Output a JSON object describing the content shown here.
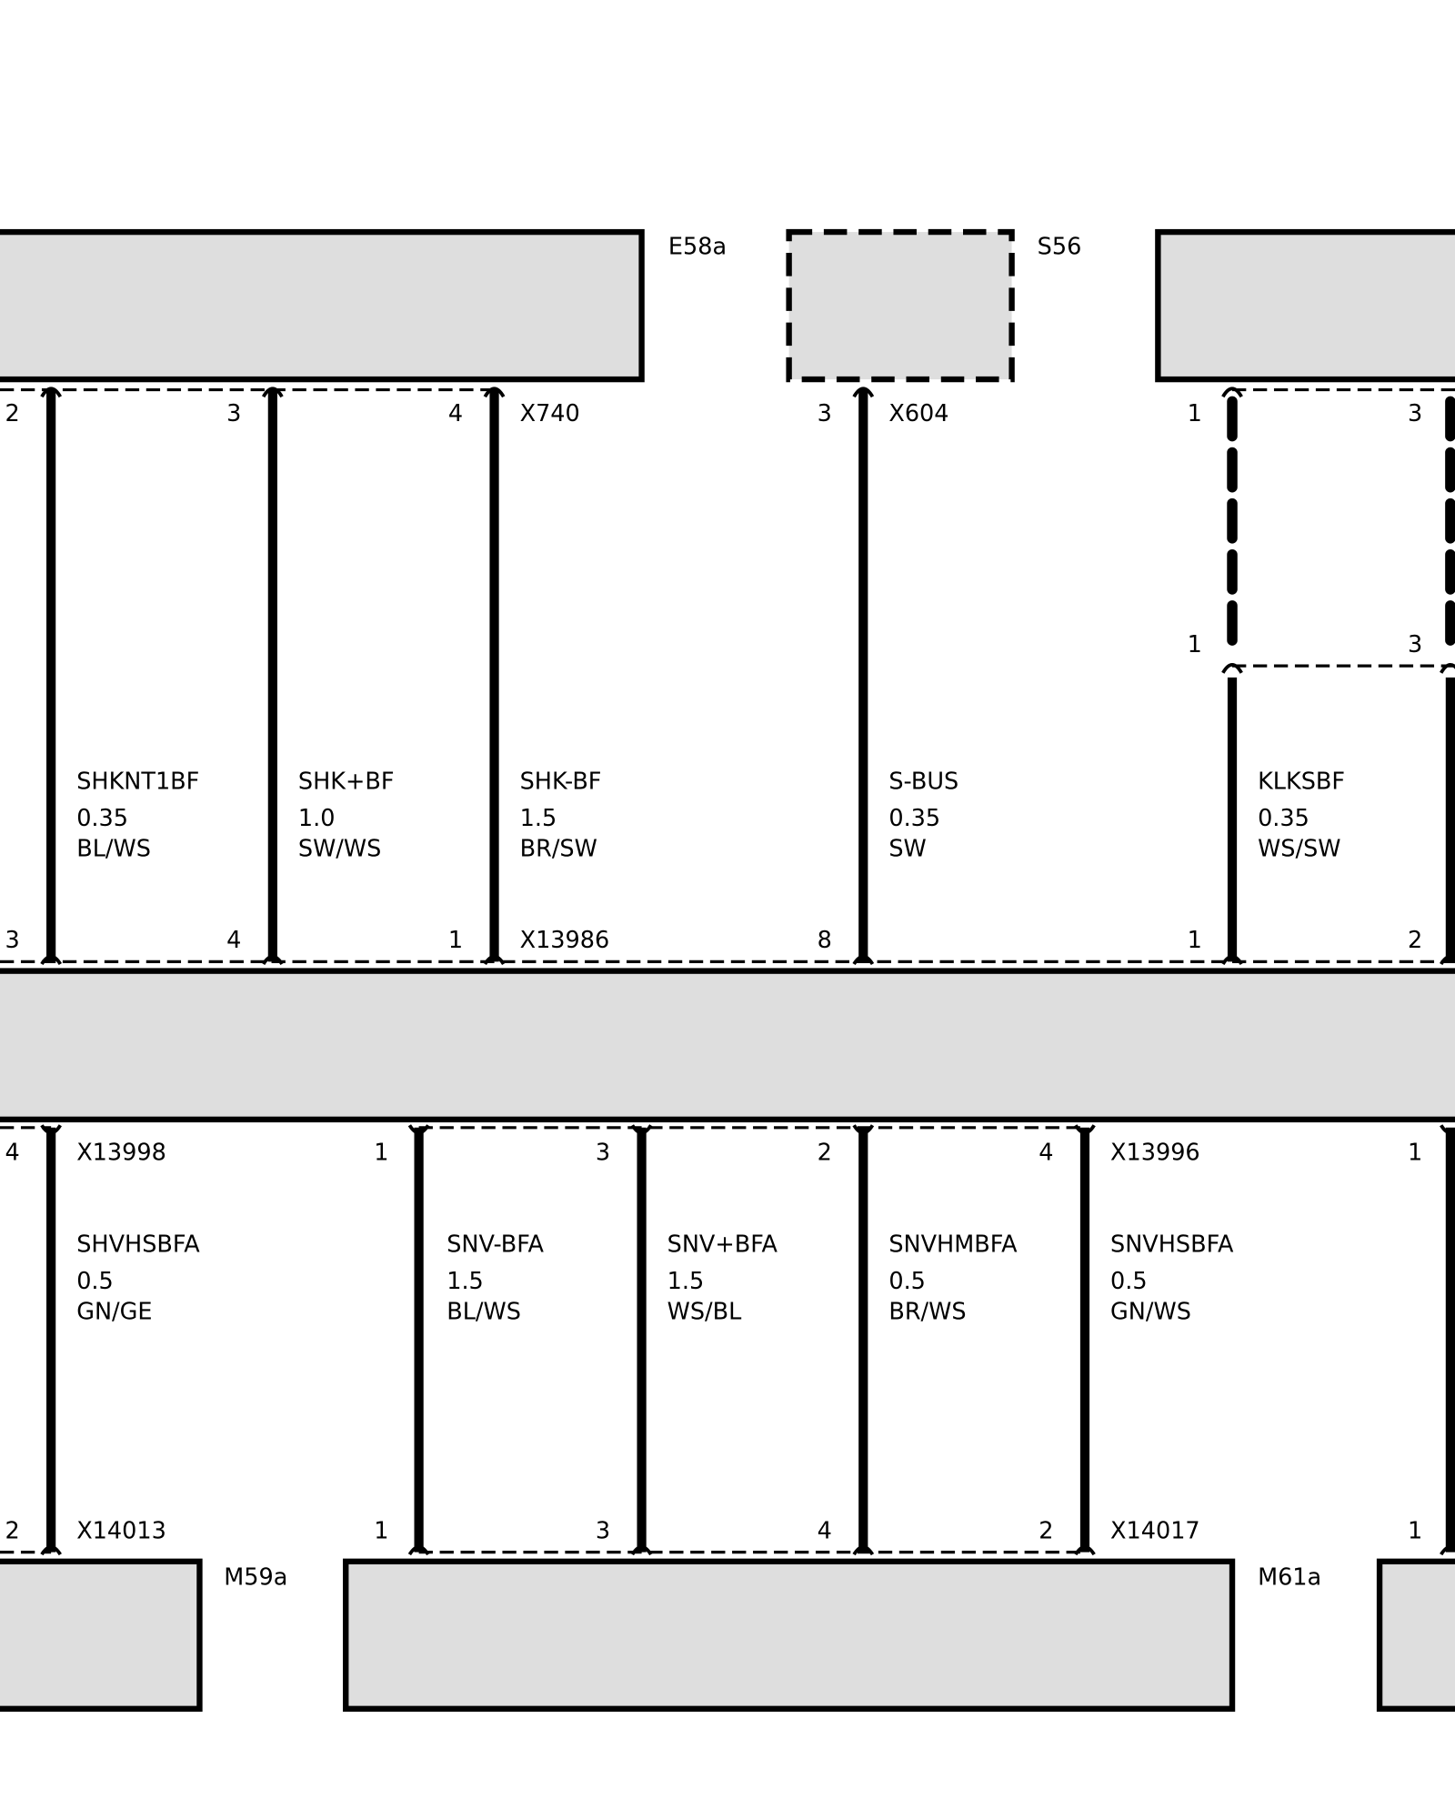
{
  "components": {
    "e58a": "E58a",
    "s56": "S56",
    "m59a": "M59a",
    "m61a": "M61a"
  },
  "connectors": {
    "x740": "X740",
    "x604": "X604",
    "x13986": "X13986",
    "x13998": "X13998",
    "x13996": "X13996",
    "x14013": "X14013",
    "x14017": "X14017"
  },
  "wires": [
    {
      "signal": "SHKNT1BF",
      "size": "0.35",
      "color": "BL/WS",
      "pin_top": "2",
      "pin_bottom": "3"
    },
    {
      "signal": "SHK+BF",
      "size": "1.0",
      "color": "SW/WS",
      "pin_top": "3",
      "pin_bottom": "4"
    },
    {
      "signal": "SHK-BF",
      "size": "1.5",
      "color": "BR/SW",
      "pin_top": "4",
      "pin_bottom": "1"
    },
    {
      "signal": "S-BUS",
      "size": "0.35",
      "color": "SW",
      "pin_top": "3",
      "pin_bottom": "8"
    },
    {
      "signal": "KLKSBF",
      "size": "0.35",
      "color": "WS/SW",
      "pin_top": "1",
      "pin_mid": "1",
      "pin_bottom": "1"
    },
    {
      "pin_top": "3",
      "pin_mid": "3",
      "pin_bottom": "2"
    },
    {
      "signal": "SHVHSBFA",
      "size": "0.5",
      "color": "GN/GE",
      "pin_top": "4",
      "pin_bottom": "2"
    },
    {
      "signal": "SNV-BFA",
      "size": "1.5",
      "color": "BL/WS",
      "pin_top": "1",
      "pin_bottom": "1"
    },
    {
      "signal": "SNV+BFA",
      "size": "1.5",
      "color": "WS/BL",
      "pin_top": "3",
      "pin_bottom": "3"
    },
    {
      "signal": "SNVHMBFA",
      "size": "0.5",
      "color": "BR/WS",
      "pin_top": "2",
      "pin_bottom": "4"
    },
    {
      "signal": "SNVHSBFA",
      "size": "0.5",
      "color": "GN/WS",
      "pin_top": "4",
      "pin_bottom": "2"
    },
    {
      "pin_top": "1",
      "pin_bottom": "1"
    }
  ]
}
